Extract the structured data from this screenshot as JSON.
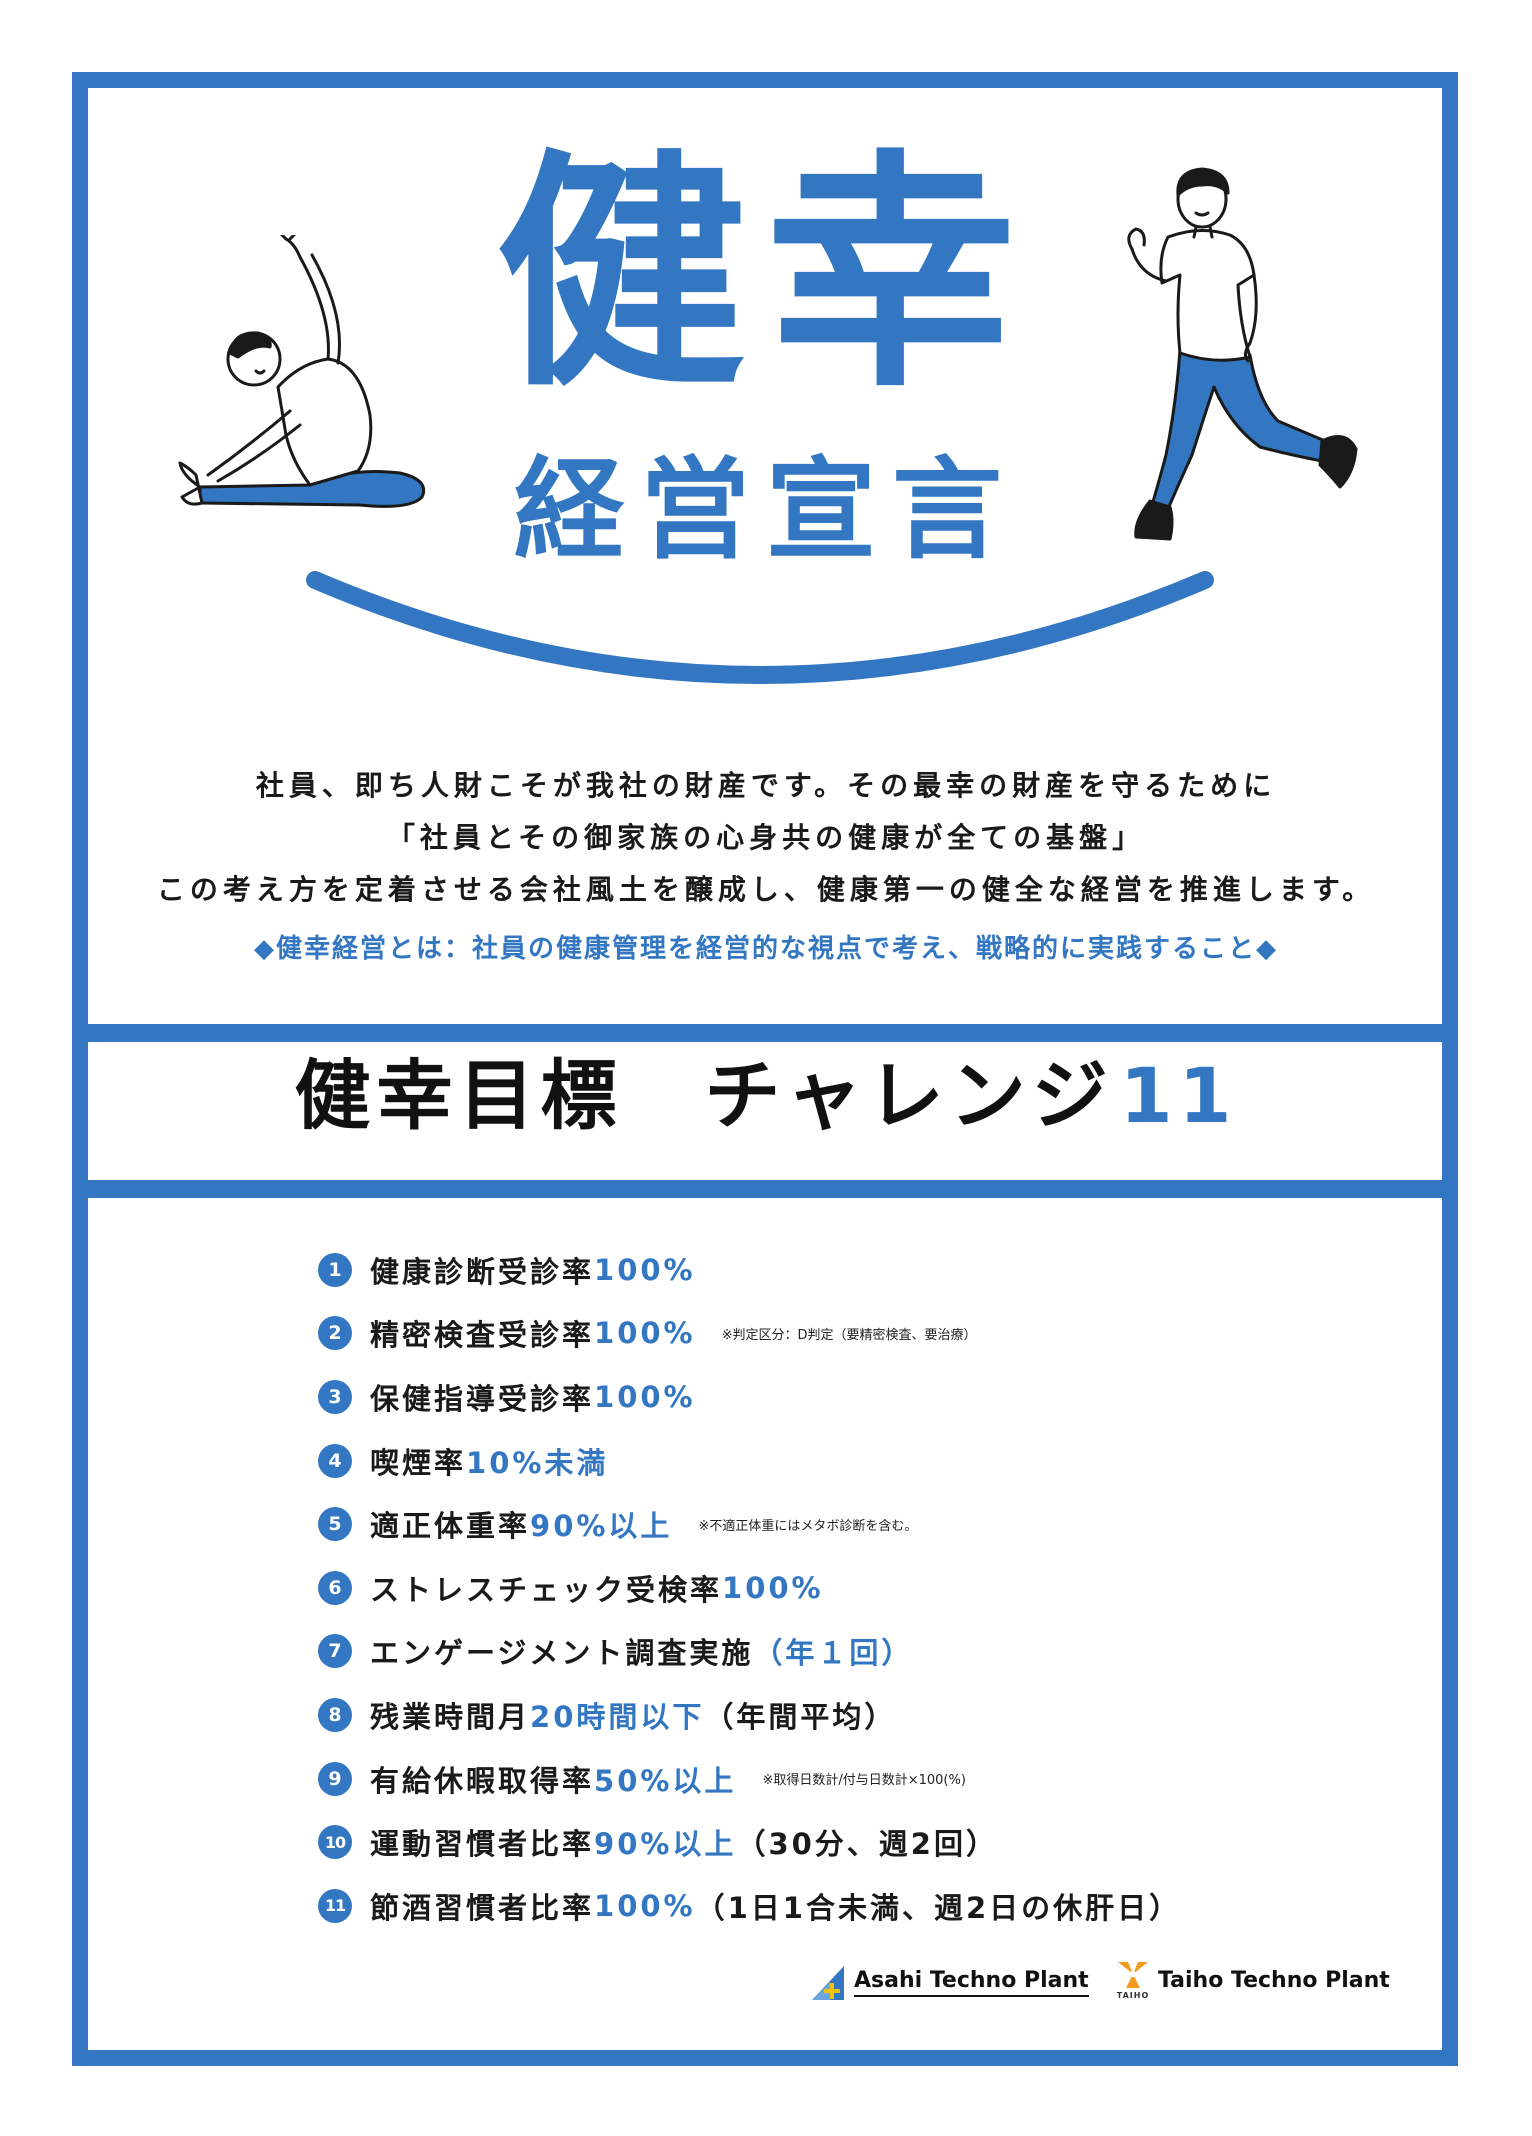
{
  "header": {
    "title_main": "健幸",
    "title_sub": "経営宣言"
  },
  "intro": {
    "line1": "社員、即ち人財こそが我社の財産です。その最幸の財産を守るために",
    "line2": "「社員とその御家族の心身共の健康が全ての基盤」",
    "line3": "この考え方を定着させる会社風土を醸成し、健康第一の健全な経営を推進します。"
  },
  "tagline": "◆健幸経営とは：社員の健康管理を経営的な視点で考え、戦略的に実践すること◆",
  "goal_heading": {
    "text": "健幸目標　チャレンジ",
    "number": "11"
  },
  "goals": [
    {
      "num": "1",
      "text": "健康診断受診率",
      "highlight": "100%",
      "suffix": "",
      "note": ""
    },
    {
      "num": "2",
      "text": "精密検査受診率",
      "highlight": "100%",
      "suffix": "",
      "note": "※判定区分：D判定（要精密検査、要治療）"
    },
    {
      "num": "3",
      "text": "保健指導受診率",
      "highlight": "100%",
      "suffix": "",
      "note": ""
    },
    {
      "num": "4",
      "text": "喫煙率",
      "highlight": "10%未満",
      "suffix": "",
      "note": ""
    },
    {
      "num": "5",
      "text": "適正体重率",
      "highlight": "90%以上",
      "suffix": "",
      "note": "※不適正体重にはメタボ診断を含む。"
    },
    {
      "num": "6",
      "text": "ストレスチェック受検率",
      "highlight": "100%",
      "suffix": "",
      "note": ""
    },
    {
      "num": "7",
      "text": "エンゲージメント調査実施",
      "highlight": "（年１回）",
      "suffix": "",
      "note": ""
    },
    {
      "num": "8",
      "text": "残業時間月",
      "highlight": "20時間以下",
      "suffix": "（年間平均）",
      "note": ""
    },
    {
      "num": "9",
      "text": "有給休暇取得率",
      "highlight": "50%以上",
      "suffix": "",
      "note": "※取得日数計/付与日数計×100(%)"
    },
    {
      "num": "10",
      "text": "運動習慣者比率",
      "highlight": "90%以上",
      "suffix": "（30分、週2回）",
      "note": ""
    },
    {
      "num": "11",
      "text": "節酒習慣者比率",
      "highlight": "100%",
      "suffix": "（1日1合未満、週2日の休肝日）",
      "note": ""
    }
  ],
  "logos": {
    "asahi": "Asahi Techno Plant",
    "taiho": "Taiho Techno Plant",
    "taiho_sub": "TAIHO"
  },
  "colors": {
    "accent": "#3377c2",
    "text": "#111111"
  }
}
